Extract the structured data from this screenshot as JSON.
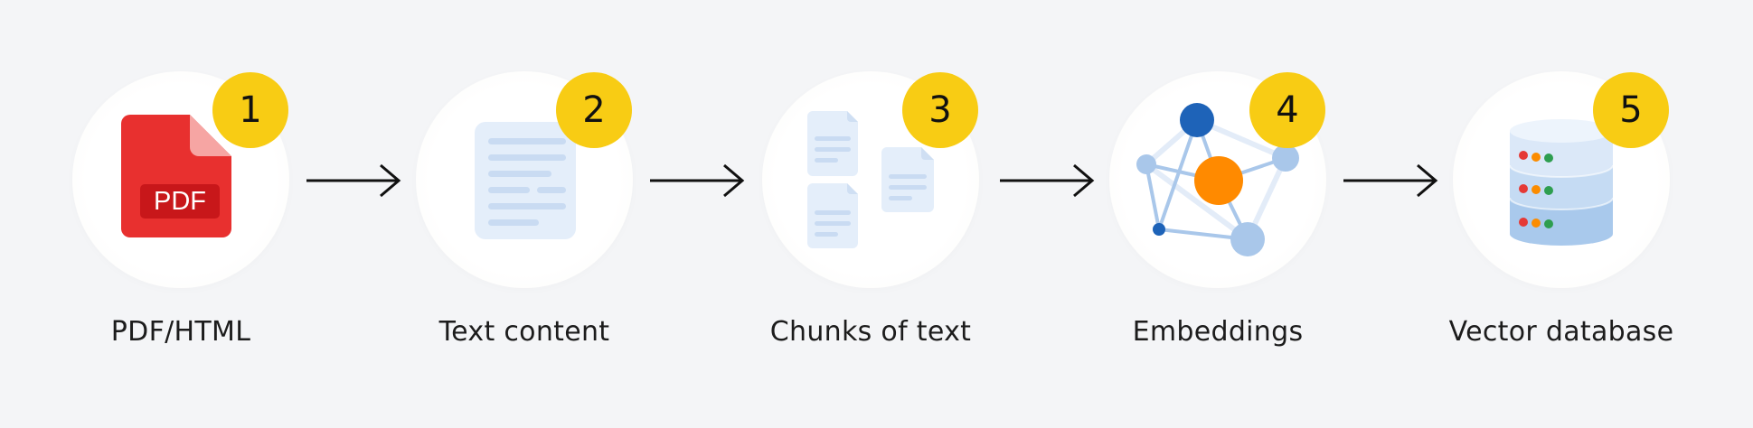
{
  "steps": [
    {
      "number": "1",
      "label": "PDF/HTML",
      "icon": "pdf-icon",
      "icon_text": "PDF"
    },
    {
      "number": "2",
      "label": "Text content",
      "icon": "text-document-icon"
    },
    {
      "number": "3",
      "label": "Chunks of text",
      "icon": "document-chunks-icon"
    },
    {
      "number": "4",
      "label": "Embeddings",
      "icon": "embedding-graph-icon"
    },
    {
      "number": "5",
      "label": "Vector database",
      "icon": "database-icon"
    }
  ],
  "colors": {
    "background": "#f4f5f7",
    "badge": "#f8cc14",
    "pdf_red": "#e8302f",
    "light_blue": "#dde9f7",
    "blue": "#1e63b8",
    "orange": "#ff8a00"
  }
}
